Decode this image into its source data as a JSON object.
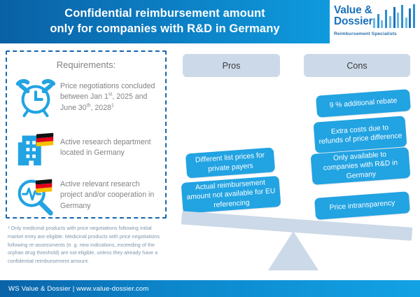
{
  "header": {
    "title_line1": "Confidential reimbursement amount",
    "title_line2": "only for companies with R&D in Germany",
    "bg_gradient_from": "#0a60a4",
    "bg_gradient_to": "#0f9ade"
  },
  "logo": {
    "word_line1": "Value &",
    "word_line2": "Dossier",
    "tagline": "Reimbursement Specialists",
    "color": "#1b72bb",
    "bars": [
      {
        "h": 14,
        "c": "#6cb8e4"
      },
      {
        "h": 20,
        "c": "#2b8fd0"
      },
      {
        "h": 11,
        "c": "#6cb8e4"
      },
      {
        "h": 26,
        "c": "#2b8fd0"
      },
      {
        "h": 17,
        "c": "#6cb8e4"
      },
      {
        "h": 30,
        "c": "#1b72bb"
      },
      {
        "h": 22,
        "c": "#6cb8e4"
      },
      {
        "h": 33,
        "c": "#2b8fd0"
      },
      {
        "h": 15,
        "c": "#6cb8e4"
      },
      {
        "h": 28,
        "c": "#1b72bb"
      },
      {
        "h": 34,
        "c": "#2b8fd0"
      }
    ]
  },
  "requirements": {
    "title": "Requirements:",
    "accent_color": "#22a3e2",
    "border_color": "#1766ad",
    "items": [
      {
        "icon": "alarm-clock-icon",
        "text_html": "Price negotiations concluded between Jan 1<sup>st</sup>, 2025 and June 30<sup>th</sup>, 2028<sup>1</sup>",
        "text_plain": "Price negotiations concluded between Jan 1st, 2025 and June 30th, 2028(1)"
      },
      {
        "icon": "office-building-germany-flag-icon",
        "text_html": "Active research department located in Germany",
        "text_plain": "Active research department located in Germany"
      },
      {
        "icon": "magnifier-heartbeat-germany-flag-icon",
        "text_html": "Active relevant research project and/or cooperation in Germany",
        "text_plain": "Active relevant research project and/or cooperation in Germany"
      }
    ]
  },
  "footnote": {
    "text": "¹ Only medicinal products with price negotiations following initial market entry are eligible. Medicinal products with price negotiations following re-assessments (e. g. new indications, exceeding of the orphan drug threshold) are not eligible, unless they already have a confidential reimbursement amount."
  },
  "balance": {
    "pros_header": "Pros",
    "cons_header": "Cons",
    "header_bg": "#ccd9e8",
    "card_bg": "#22a3e2",
    "pros": [
      "Different list prices for private payers",
      "Actual reimbursement amount not available for EU referencing"
    ],
    "cons": [
      "9 % additional rebate",
      "Extra costs due to refunds of price difference",
      "Only available to companies with R&D in Germany",
      "Price intransparency"
    ]
  },
  "footer": {
    "text": "WS Value & Dossier | www.value-dossier.com"
  }
}
